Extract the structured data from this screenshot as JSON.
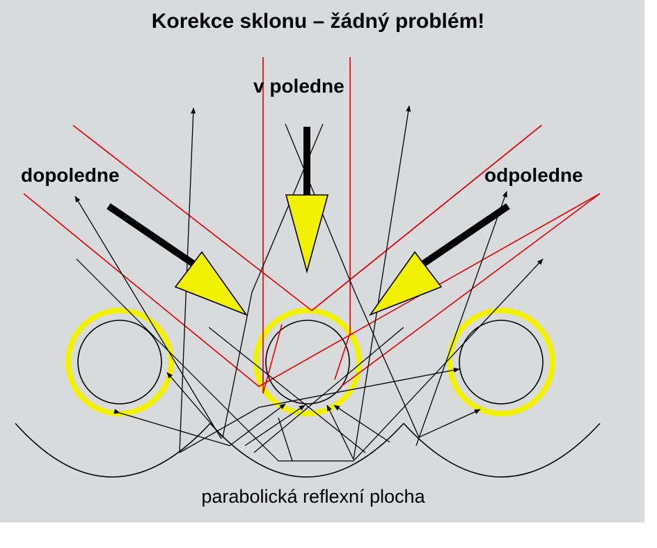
{
  "title": "Korekce sklonu – žádný problém!",
  "labels": {
    "noon": "v poledne",
    "morning": "dopoledne",
    "afternoon": "odpoledne",
    "surface": "parabolická reflexní plocha"
  },
  "colors": {
    "background": "#d9dadc",
    "sun_ray": "#e00000",
    "reflected_ray": "#000000",
    "absorber_ring": "#f2f200",
    "arrow_fill": "#f2f200",
    "arrow_shaft": "#000000"
  }
}
